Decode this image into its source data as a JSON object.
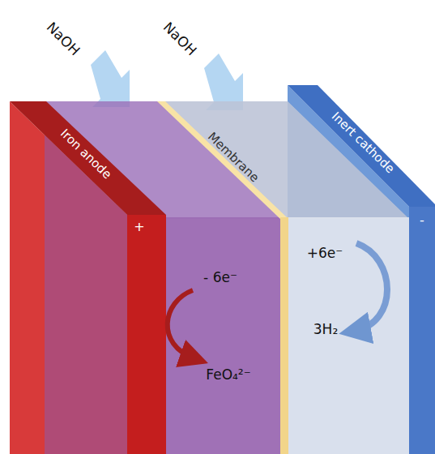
{
  "diagram": {
    "labels": [
      "NaOH",
      "NaOH",
      "Iron anode",
      "Membrane",
      "Inert cathode",
      "+",
      "-",
      "- 6e⁻",
      "FeO₄²⁻",
      "+6e⁻",
      "3H₂"
    ]
  }
}
